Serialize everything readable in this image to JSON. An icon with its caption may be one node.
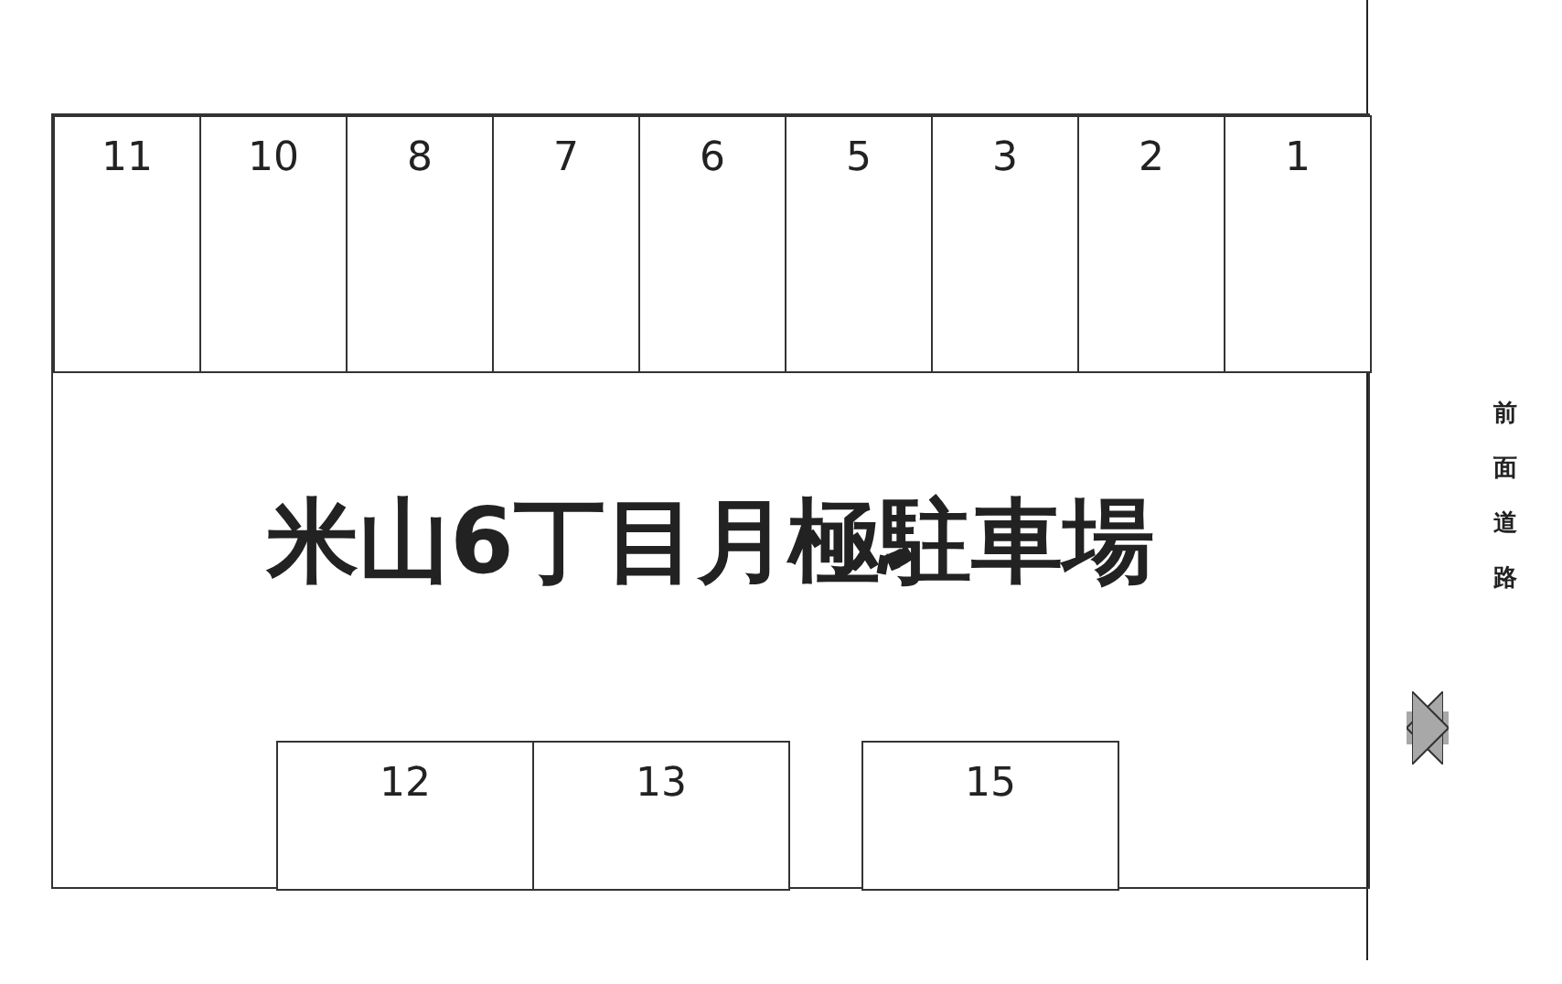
{
  "diagram": {
    "nodes": [
      {
        "text": [
          "米山6丁目月極駐車場"
        ]
      },
      {
        "text": [
          "11"
        ],
        "in": 0
      },
      {
        "text": [
          "10"
        ],
        "in": 0
      },
      {
        "text": [
          "8"
        ],
        "in": 0
      },
      {
        "text": [
          "7"
        ],
        "in": 0
      },
      {
        "text": [
          "6"
        ],
        "in": 0
      },
      {
        "text": [
          "5"
        ],
        "in": 0
      },
      {
        "text": [
          "3"
        ],
        "in": 0
      },
      {
        "text": [
          "2"
        ],
        "in": 0
      },
      {
        "text": [
          "1"
        ],
        "in": 0
      },
      {
        "text": [
          "12"
        ],
        "in": 0
      },
      {
        "text": [
          "13"
        ],
        "in": 0
      },
      {
        "text": [
          "15"
        ],
        "in": 0
      },
      {
        "text": [
          "前面道路"
        ]
      }
    ],
    "edges": [
      {
        "from": 0,
        "to": 13,
        "arrow": "both"
      }
    ]
  }
}
